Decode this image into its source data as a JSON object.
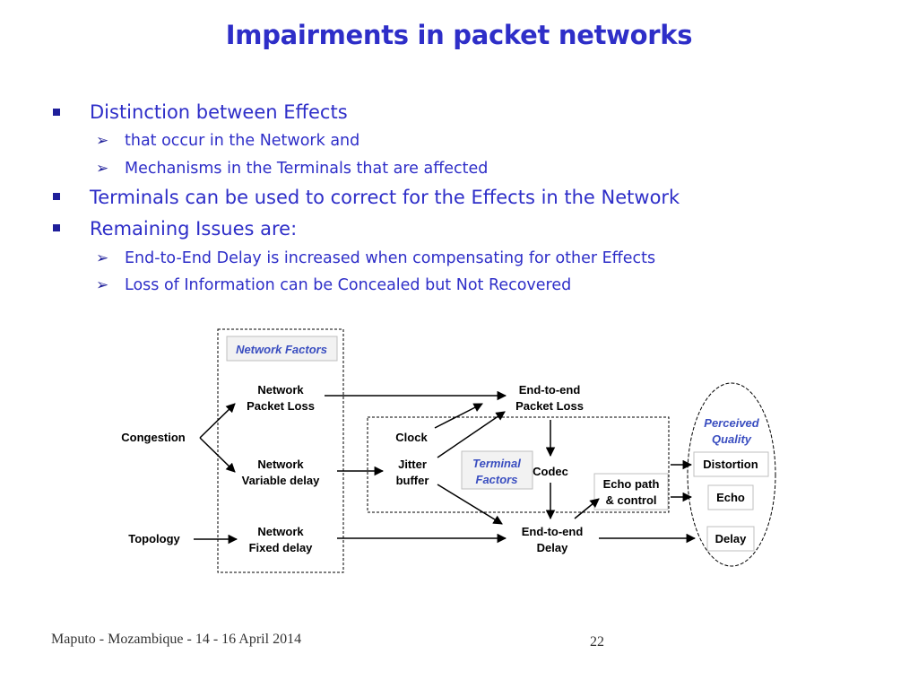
{
  "slide": {
    "title": "Impairments in packet networks",
    "bullets": [
      {
        "text": "Distinction between Effects",
        "level": 1
      },
      {
        "text": "that occur in the Network and",
        "level": 2
      },
      {
        "text": "Mechanisms in the Terminals that are affected",
        "level": 2
      },
      {
        "text": "Terminals can be used to correct for the Effects in the Network",
        "level": 1
      },
      {
        "text": "Remaining Issues are:",
        "level": 1
      },
      {
        "text": "End-to-End Delay is increased when compensating for other Effects",
        "level": 2
      },
      {
        "text": "Loss of Information can be Concealed but Not Recovered",
        "level": 2
      }
    ],
    "footer": {
      "left": "Maputo - Mozambique - 14 - 16 April 2014",
      "page_number": "22"
    }
  },
  "diagram": {
    "network_factors_label": "Network Factors",
    "terminal_factors_label": [
      "Terminal",
      "Factors"
    ],
    "perceived_quality_label": [
      "Perceived",
      "Quality"
    ],
    "nodes": {
      "congestion": "Congestion",
      "topology": "Topology",
      "network_packet_loss": [
        "Network",
        "Packet Loss"
      ],
      "network_variable_delay": [
        "Network",
        "Variable delay"
      ],
      "network_fixed_delay": [
        "Network",
        "Fixed delay"
      ],
      "clock": "Clock",
      "jitter_buffer": [
        "Jitter",
        "buffer"
      ],
      "codec": "Codec",
      "echo_path": [
        "Echo path",
        "& control"
      ],
      "e2e_packet_loss": [
        "End-to-end",
        "Packet Loss"
      ],
      "e2e_delay": [
        "End-to-end",
        "Delay"
      ],
      "distortion": "Distortion",
      "echo": "Echo",
      "delay": "Delay"
    },
    "colors": {
      "title_blue": "#2e2ec8",
      "label_blue": "#3a4ec0",
      "box_fill": "#f2f2f2",
      "box_stroke": "#bfbfbf"
    }
  }
}
